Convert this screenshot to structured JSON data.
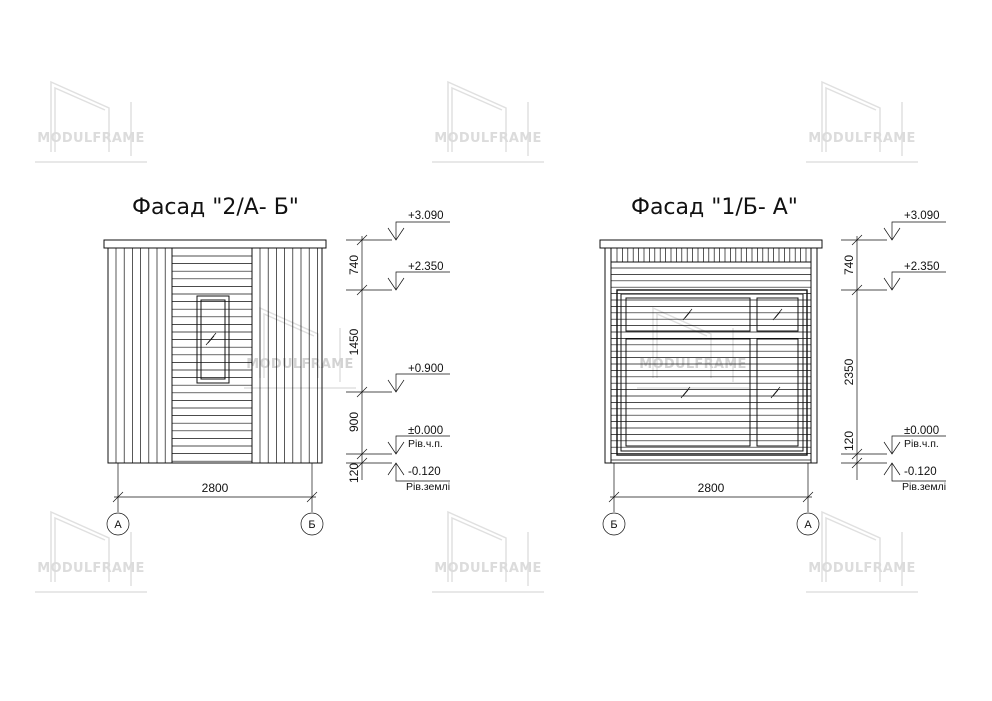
{
  "watermark": {
    "brand": "MODULFRAME"
  },
  "facade_left": {
    "title": "Фасад \"2/А- Б\"",
    "width_dim": "2800",
    "axes": [
      "А",
      "Б"
    ],
    "height_dims": [
      "740",
      "1450",
      "900",
      "120"
    ],
    "levels": [
      {
        "value": "+3.090",
        "note": ""
      },
      {
        "value": "+2.350",
        "note": ""
      },
      {
        "value": "+0.900",
        "note": ""
      },
      {
        "value": "±0.000",
        "note": "Рів.ч.п."
      },
      {
        "value": "-0.120",
        "note": "Рів.землі"
      }
    ]
  },
  "facade_right": {
    "title": "Фасад \"1/Б- А\"",
    "width_dim": "2800",
    "axes": [
      "Б",
      "А"
    ],
    "height_dims": [
      "740",
      "2350",
      "120"
    ],
    "levels": [
      {
        "value": "+3.090",
        "note": ""
      },
      {
        "value": "+2.350",
        "note": ""
      },
      {
        "value": "±0.000",
        "note": "Рів.ч.п."
      },
      {
        "value": "-0.120",
        "note": "Рів.землі"
      }
    ]
  }
}
